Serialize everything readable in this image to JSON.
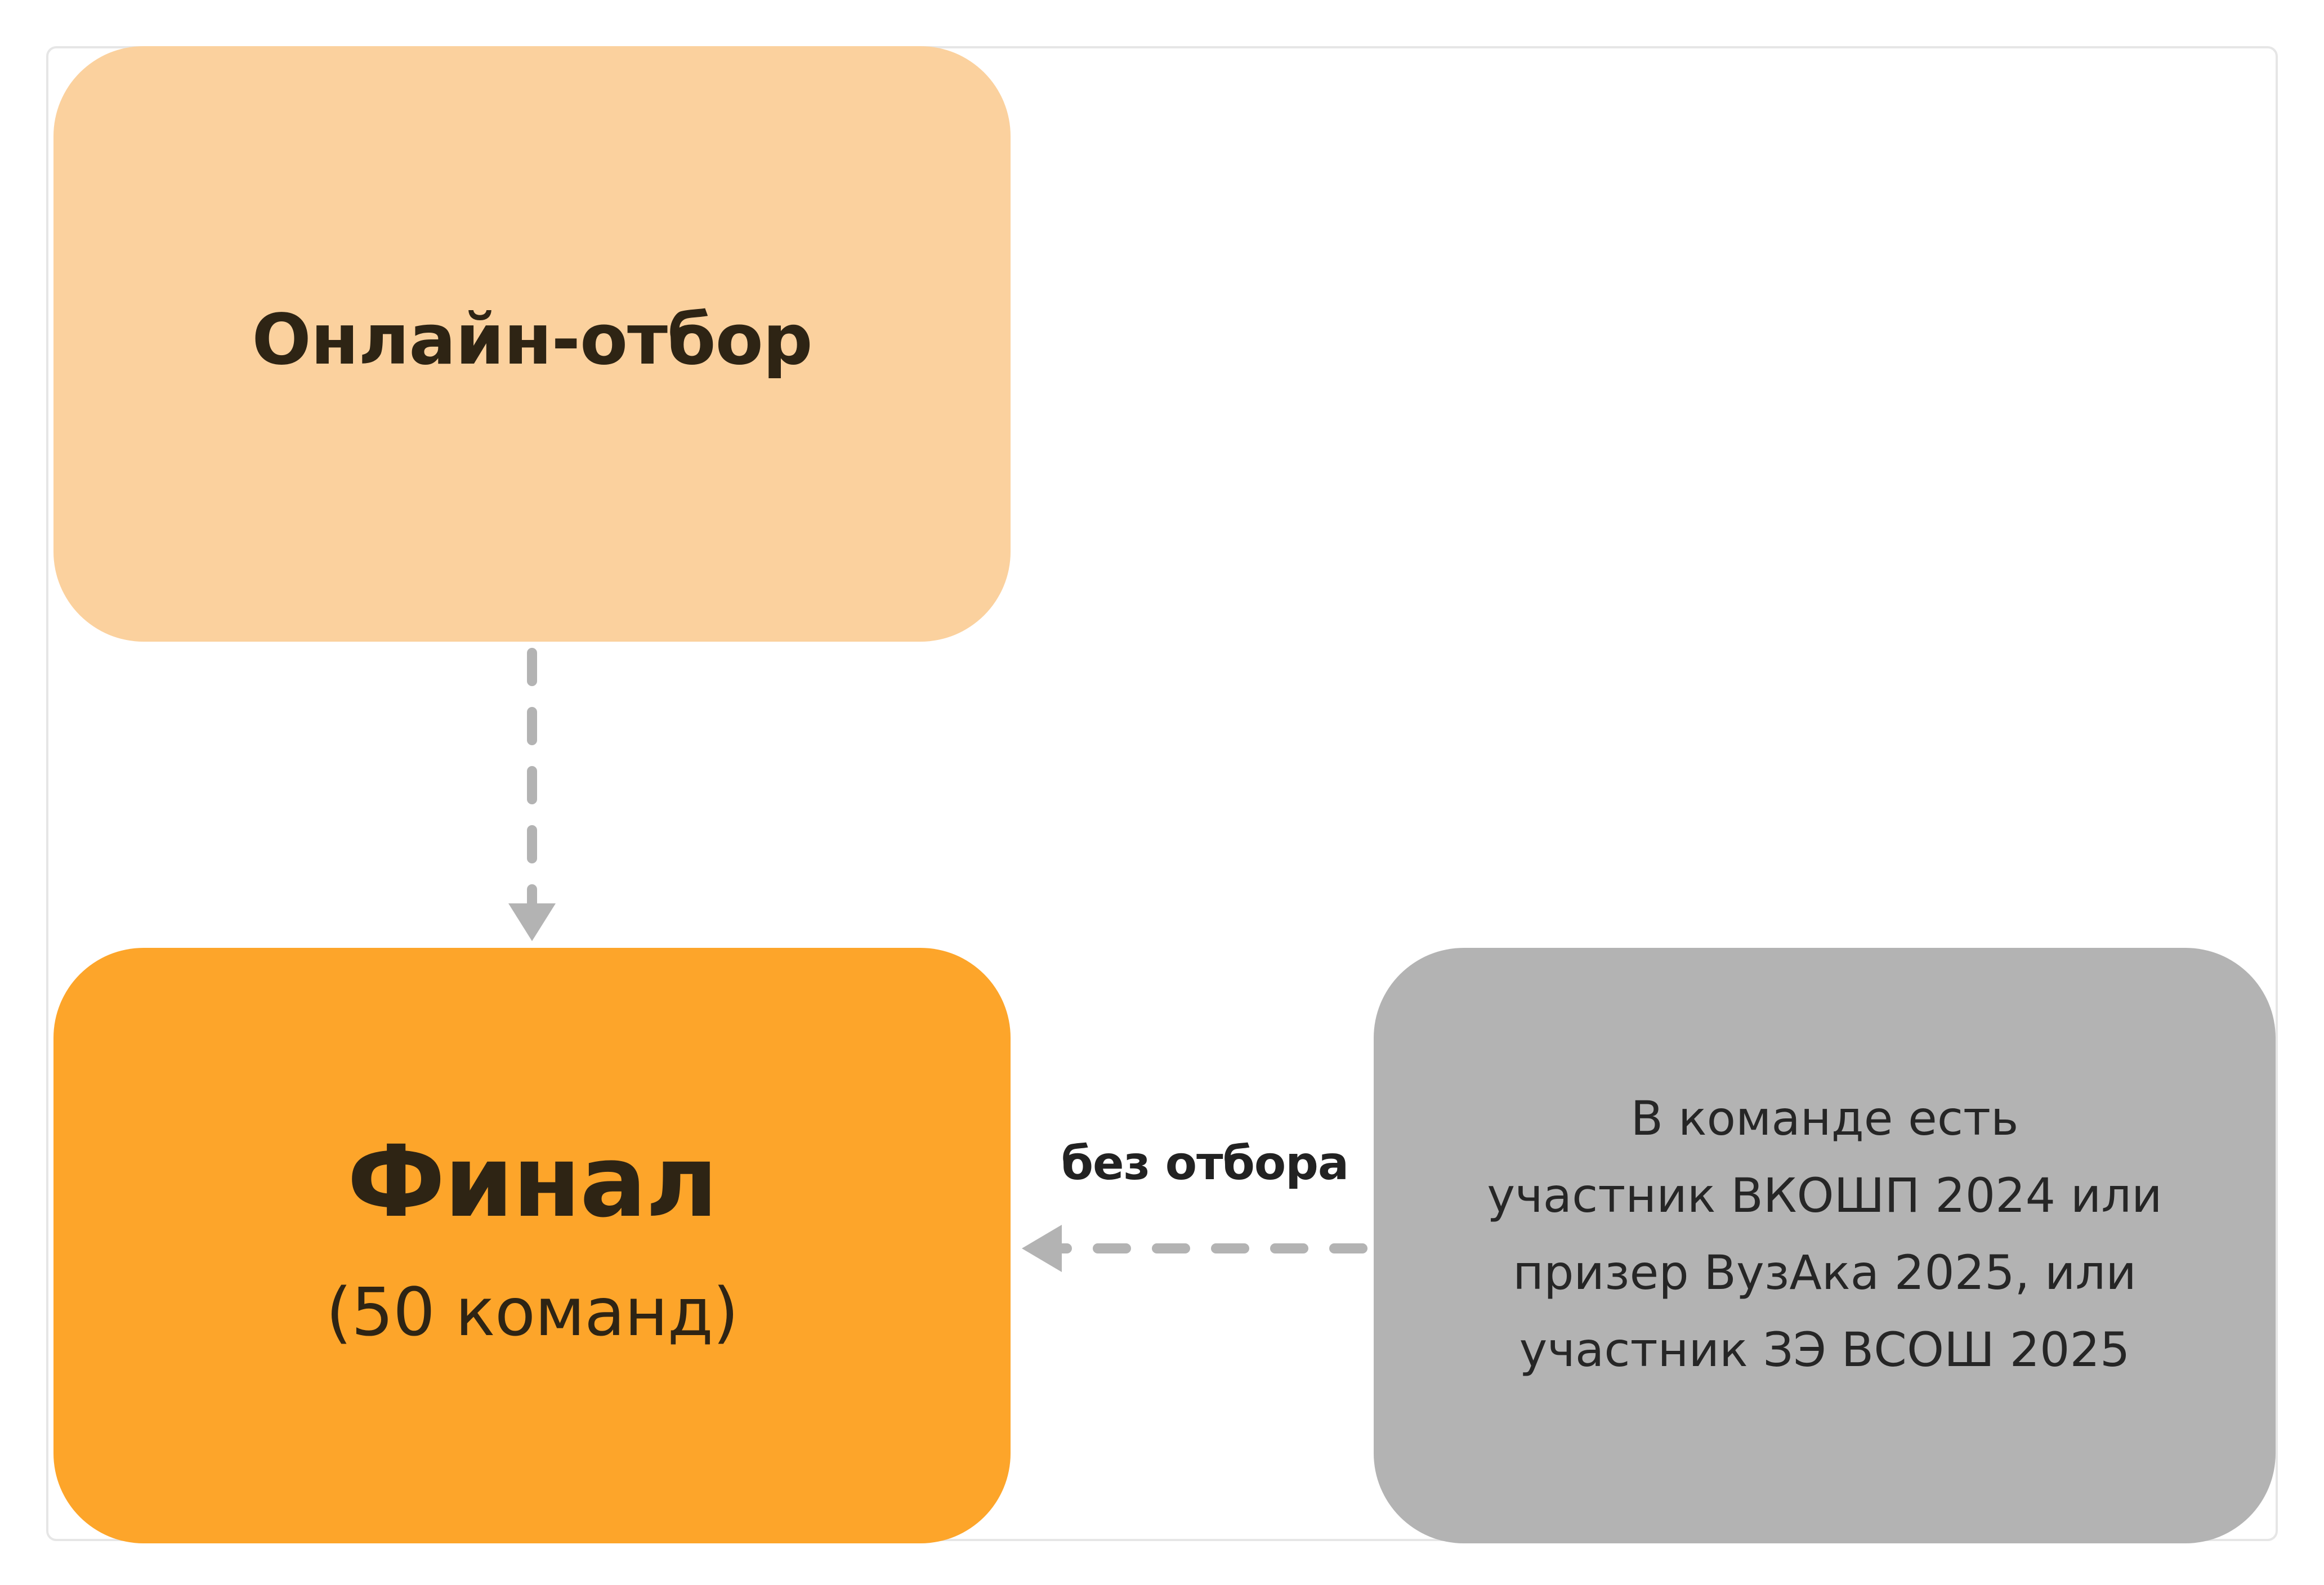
{
  "nodes": {
    "online": {
      "title": "Онлайн-отбор",
      "color": "#fbd19e"
    },
    "final": {
      "title": "Финал",
      "subtitle": "(50 команд)",
      "color": "#fda52a"
    },
    "condition": {
      "lines": [
        "В команде есть",
        "участник ВКОШП 2024 или",
        "призер ВузАка 2025, или",
        "участник ЗЭ ВСОШ 2025"
      ],
      "color": "#b3b3b3"
    }
  },
  "edges": [
    {
      "from": "online",
      "to": "final",
      "label": "",
      "style": "dashed",
      "color": "#b3b3b3"
    },
    {
      "from": "condition",
      "to": "final",
      "label": "без отбора",
      "style": "dashed",
      "color": "#b3b3b3"
    }
  ]
}
